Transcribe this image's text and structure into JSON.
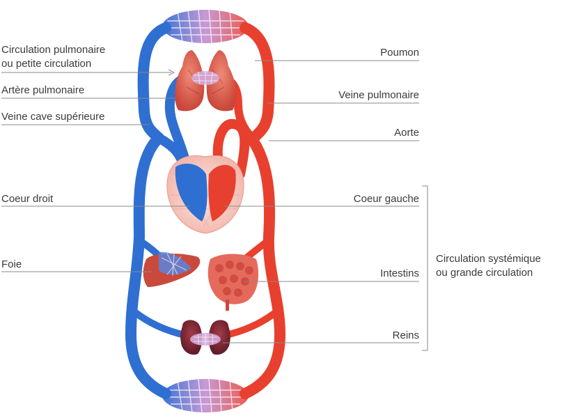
{
  "labels": {
    "pulmonary_circulation": [
      "Circulation pulmonaire",
      "ou petite circulation"
    ],
    "pulmonary_artery": "Artère pulmonaire",
    "superior_vena_cava": "Veine cave supérieure",
    "right_heart": "Coeur droit",
    "liver": "Foie",
    "lung": "Poumon",
    "pulmonary_vein": "Veine pulmonaire",
    "aorta": "Aorte",
    "left_heart": "Coeur gauche",
    "intestines": "Intestins",
    "kidneys": "Reins",
    "systemic_circulation": [
      "Circulation systémique",
      "ou grande circulation"
    ]
  },
  "colors": {
    "venous_blue": "#2f6fd1",
    "arterial_red": "#e8402e",
    "organ_red": "#c94a3c",
    "leader_line": "#8a8a8a"
  }
}
